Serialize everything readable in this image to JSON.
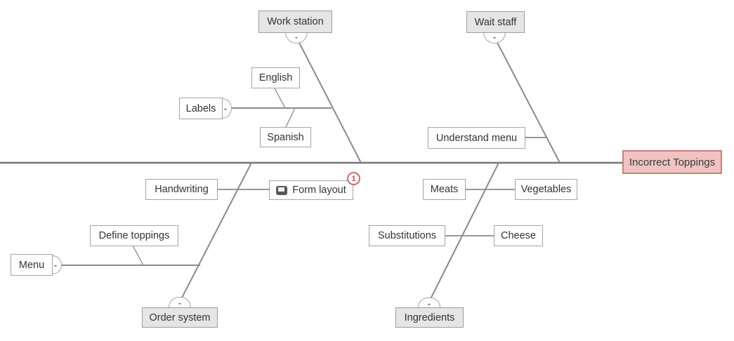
{
  "ui": {
    "collapse_glyph": "-"
  },
  "structure": {
    "effect": "Incorrect Toppings",
    "causes": [
      {
        "category": "Work station",
        "items": [
          {
            "label": "Labels",
            "children": [
              "English",
              "Spanish"
            ]
          }
        ]
      },
      {
        "category": "Wait staff",
        "items": [
          {
            "label": "Understand menu"
          }
        ]
      },
      {
        "category": "Order system",
        "items": [
          {
            "label": "Handwriting"
          },
          {
            "label": "Form layout",
            "badge": "1",
            "icon": "notes-icon"
          },
          {
            "label": "Menu",
            "children": [
              "Define toppings"
            ]
          }
        ]
      },
      {
        "category": "Ingredients",
        "items": [
          {
            "label": "Meats"
          },
          {
            "label": "Vegetables"
          },
          {
            "label": "Substitutions"
          },
          {
            "label": "Cheese"
          }
        ]
      }
    ]
  },
  "colors": {
    "effect_fill": "#efc3c1",
    "effect_border": "#c97f7b",
    "category_fill": "#e5e5e5",
    "node_border": "#a4a4a4",
    "spine_line": "#757575",
    "branch_line": "#8a8a8a",
    "badge_red": "#c5504d",
    "text": "#333333"
  }
}
